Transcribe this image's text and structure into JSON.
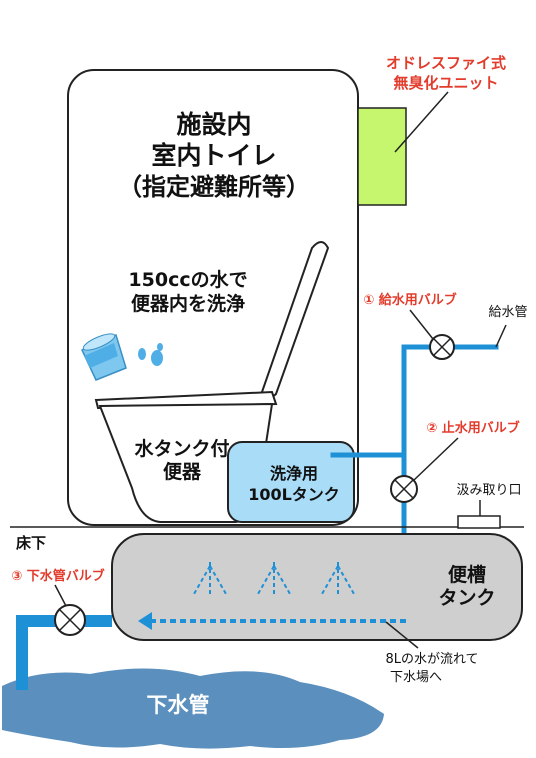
{
  "facility": {
    "line1": "施設内",
    "line2": "室内トイレ",
    "line3": "（指定避難所等）"
  },
  "flush_note": {
    "line1": "150ccの水で",
    "line2": "便器内を洗浄"
  },
  "toilet_label": {
    "line1": "水タンク付",
    "line2": "便器"
  },
  "wash_tank": {
    "line1": "洗浄用",
    "line2": "100Lタンク"
  },
  "deodorizer": {
    "line1": "オドレスファイ式",
    "line2": "無臭化ユニット"
  },
  "valves": {
    "supply": "① 給水用バルブ",
    "stop": "② 止水用バルブ",
    "sewer": "③ 下水管バルブ"
  },
  "supply_pipe": "給水管",
  "pump_port": "汲み取り口",
  "floor": "床下",
  "septic_tank": {
    "line1": "便槽",
    "line2": "タンク"
  },
  "flow_note": {
    "line1": "8Lの水が流れて",
    "line2": "下水場へ"
  },
  "sewer_pipe": "下水管",
  "colors": {
    "pipe_blue": "#1e90d6",
    "label_red": "#e33b2c",
    "deodorizer_green": "#c6f56e",
    "wash_tank_blue": "#a9dcf7",
    "septic_gray": "#cfcfcf",
    "sewer_water": "#5b8fbe"
  }
}
